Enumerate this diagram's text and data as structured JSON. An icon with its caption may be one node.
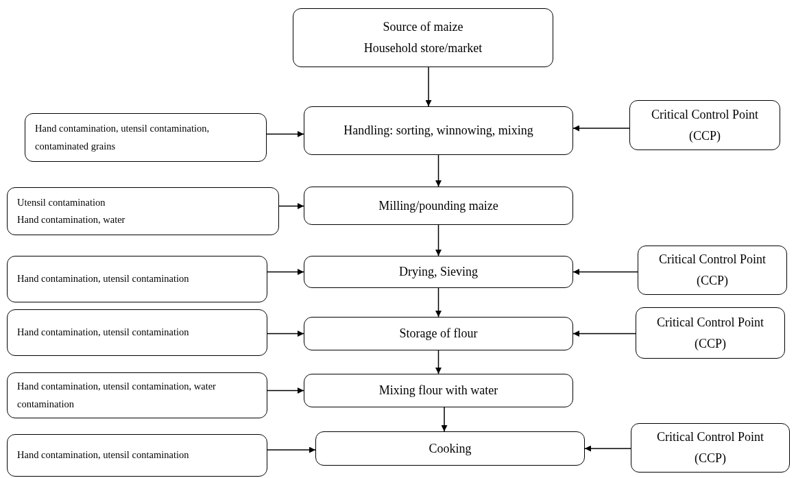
{
  "diagram": {
    "nodes": [
      {
        "text": [
          "Source of maize",
          "Household store/market"
        ]
      },
      {
        "text": [
          "Hand contamination, utensil contamination, contaminated grains"
        ]
      },
      {
        "text": [
          "Handling: sorting, winnowing, mixing"
        ]
      },
      {
        "text": [
          "Critical Control Point (CCP)"
        ]
      },
      {
        "text": [
          "Utensil contamination",
          "Hand contamination, water"
        ]
      },
      {
        "text": [
          "Milling/pounding maize"
        ]
      },
      {
        "text": [
          "Hand contamination, utensil contamination"
        ]
      },
      {
        "text": [
          "Drying, Sieving"
        ]
      },
      {
        "text": [
          "Critical Control Point (CCP)"
        ]
      },
      {
        "text": [
          "Hand contamination, utensil contamination"
        ]
      },
      {
        "text": [
          "Storage of flour"
        ]
      },
      {
        "text": [
          "Critical Control Point (CCP)"
        ]
      },
      {
        "text": [
          "Hand contamination, utensil contamination, water contamination"
        ]
      },
      {
        "text": [
          "Mixing flour with water"
        ]
      },
      {
        "text": [
          "Hand contamination, utensil contamination"
        ]
      },
      {
        "text": [
          "Cooking"
        ]
      },
      {
        "text": [
          "Critical Control Point (CCP)"
        ]
      }
    ],
    "edges": [
      {
        "from": 0,
        "to": 2,
        "arrow": "to"
      },
      {
        "from": 1,
        "to": 2,
        "arrow": "to"
      },
      {
        "from": 3,
        "to": 2,
        "arrow": "to"
      },
      {
        "from": 2,
        "to": 5,
        "arrow": "to"
      },
      {
        "from": 4,
        "to": 5,
        "arrow": "to"
      },
      {
        "from": 5,
        "to": 7,
        "arrow": "to"
      },
      {
        "from": 6,
        "to": 7,
        "arrow": "to"
      },
      {
        "from": 8,
        "to": 7,
        "arrow": "to"
      },
      {
        "from": 7,
        "to": 10,
        "arrow": "to"
      },
      {
        "from": 9,
        "to": 10,
        "arrow": "to"
      },
      {
        "from": 11,
        "to": 10,
        "arrow": "to"
      },
      {
        "from": 10,
        "to": 13,
        "arrow": "to"
      },
      {
        "from": 12,
        "to": 13,
        "arrow": "to"
      },
      {
        "from": 13,
        "to": 15,
        "arrow": "to"
      },
      {
        "from": 14,
        "to": 15,
        "arrow": "to"
      },
      {
        "from": 16,
        "to": 15,
        "arrow": "to"
      }
    ]
  }
}
